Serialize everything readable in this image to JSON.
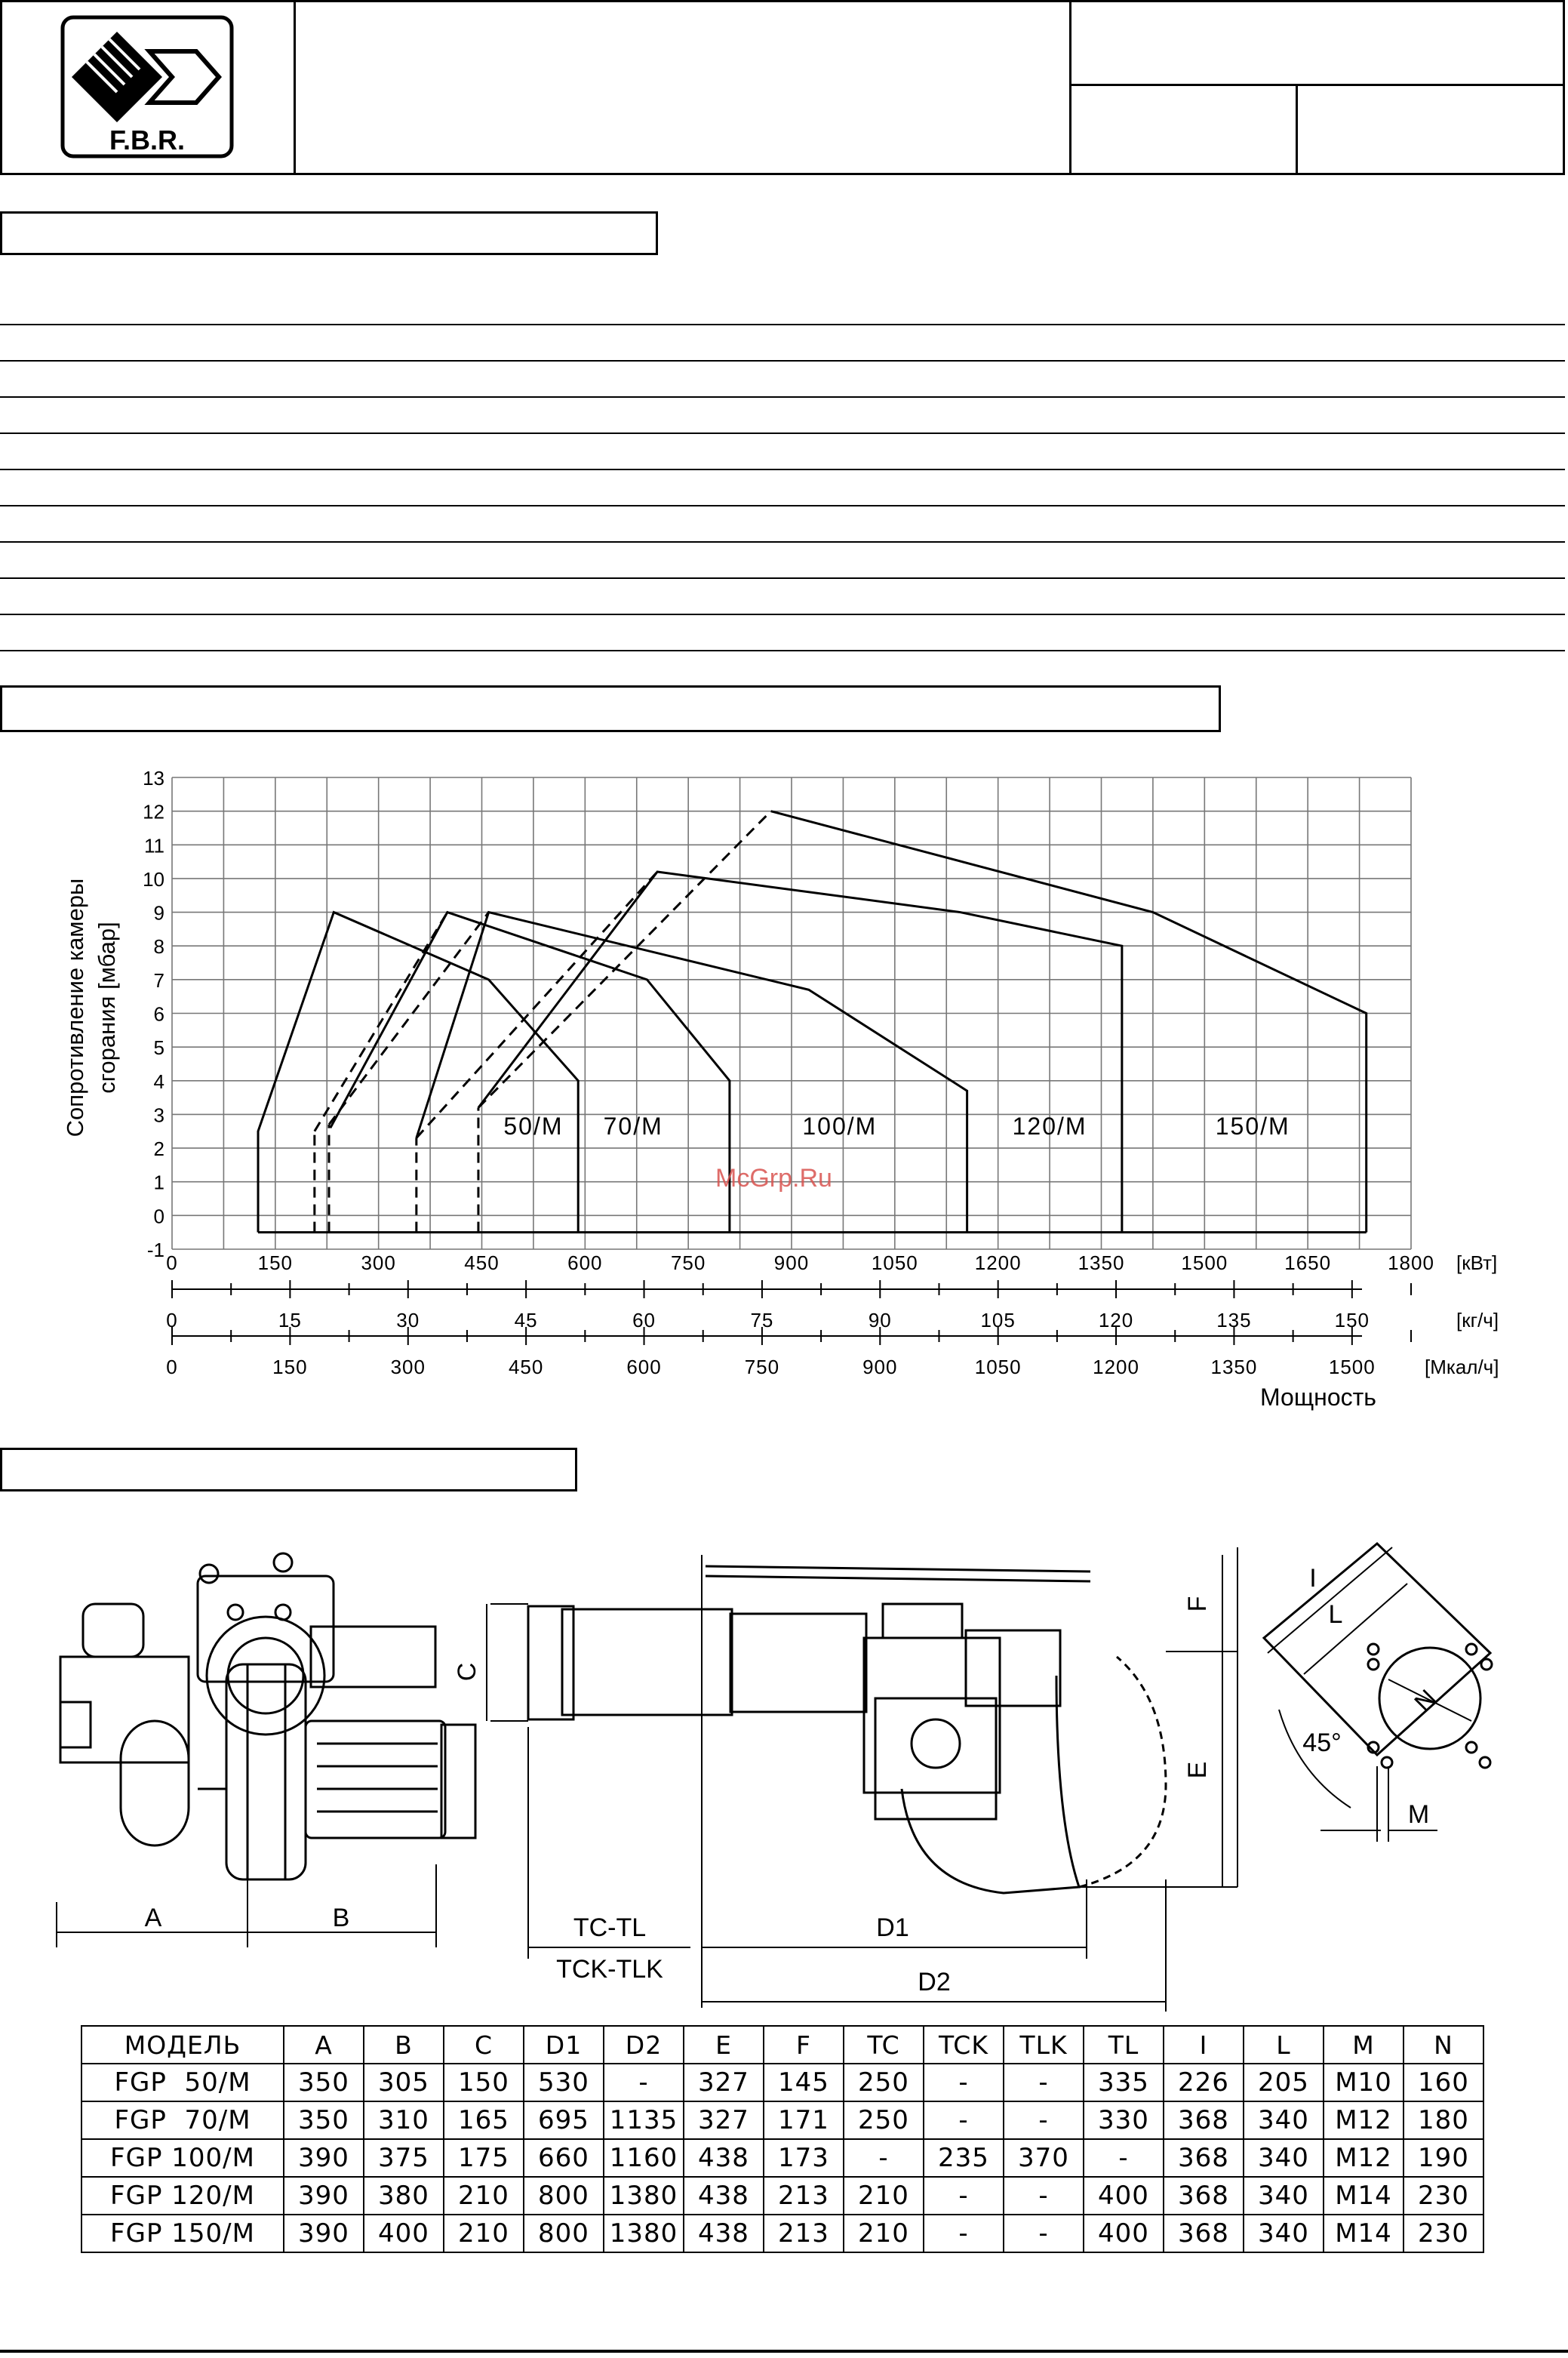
{
  "header": {
    "logo_text": "F.B.R."
  },
  "watermark": "McGrp.Ru",
  "chart_data": {
    "type": "line",
    "title": "",
    "ylabel_line1": "Сопротивление камеры",
    "ylabel_line2": "сгорания [мбар]",
    "xlabel": "Мощность",
    "ylim": [
      -1,
      13
    ],
    "yticks": [
      "13",
      "12",
      "11",
      "10",
      "9",
      "8",
      "7",
      "6",
      "5",
      "4",
      "3",
      "2",
      "1",
      "0",
      "-1"
    ],
    "axes": [
      {
        "unit": "[кВт]",
        "range": [
          0,
          1800
        ],
        "ticks": [
          "0",
          "150",
          "300",
          "450",
          "600",
          "750",
          "900",
          "1050",
          "1200",
          "1350",
          "1500",
          "1650",
          "1800"
        ]
      },
      {
        "unit": "[кг/ч]",
        "range": [
          0,
          157.5
        ],
        "ticks": [
          "0",
          "15",
          "30",
          "45",
          "60",
          "75",
          "90",
          "105",
          "120",
          "135",
          "150"
        ]
      },
      {
        "unit": "[Мкал/ч]",
        "range": [
          0,
          1575
        ],
        "ticks": [
          "0",
          "150",
          "300",
          "450",
          "600",
          "750",
          "900",
          "1050",
          "1200",
          "1350",
          "1500"
        ]
      }
    ],
    "series": [
      {
        "name": "50/M",
        "points": [
          [
            125,
            -0.5
          ],
          [
            125,
            2.5
          ],
          [
            235,
            9
          ],
          [
            460,
            7
          ],
          [
            590,
            4
          ],
          [
            590,
            -0.5
          ]
        ]
      },
      {
        "name": "70/M",
        "points": [
          [
            230,
            2.6
          ],
          [
            400,
            9
          ],
          [
            690,
            7
          ],
          [
            810,
            4
          ],
          [
            810,
            -0.5
          ]
        ]
      },
      {
        "name": "100/M",
        "points": [
          [
            355,
            2.3
          ],
          [
            460,
            9
          ],
          [
            925,
            6.7
          ],
          [
            1155,
            3.7
          ],
          [
            1155,
            -0.5
          ]
        ]
      },
      {
        "name": "120/M",
        "points": [
          [
            445,
            3.2
          ],
          [
            705,
            10.2
          ],
          [
            1145,
            9
          ],
          [
            1380,
            8
          ],
          [
            1380,
            -0.5
          ]
        ]
      },
      {
        "name": "150/M",
        "points": [
          [
            870,
            12
          ],
          [
            1425,
            9
          ],
          [
            1735,
            6
          ],
          [
            1735,
            -0.5
          ]
        ]
      }
    ],
    "dashed_segments": [
      [
        [
          207,
          -0.5
        ],
        [
          207,
          2.5
        ]
      ],
      [
        [
          207,
          2.5
        ],
        [
          400,
          9
        ]
      ],
      [
        [
          228,
          -0.5
        ],
        [
          228,
          2.7
        ]
      ],
      [
        [
          228,
          2.7
        ],
        [
          460,
          9
        ]
      ],
      [
        [
          355,
          -0.5
        ],
        [
          355,
          2.3
        ]
      ],
      [
        [
          355,
          2.3
        ],
        [
          705,
          10.2
        ]
      ],
      [
        [
          445,
          -0.5
        ],
        [
          445,
          3.2
        ]
      ],
      [
        [
          445,
          3.2
        ],
        [
          870,
          12
        ]
      ]
    ],
    "baseline": [
      [
        125,
        -0.5
      ],
      [
        1735,
        -0.5
      ]
    ],
    "region_labels": [
      {
        "text": "50/M",
        "x": 525,
        "y": 2.5
      },
      {
        "text": "70/M",
        "x": 670,
        "y": 2.5
      },
      {
        "text": "100/M",
        "x": 970,
        "y": 2.5
      },
      {
        "text": "120/M",
        "x": 1275,
        "y": 2.5
      },
      {
        "text": "150/M",
        "x": 1570,
        "y": 2.5
      }
    ]
  },
  "drawing": {
    "labels": {
      "A": "A",
      "B": "B",
      "C": "C",
      "E": "E",
      "F": "F",
      "TC_TL": "TC-TL",
      "TCK_TLK": "TCK-TLK",
      "D1": "D1",
      "D2": "D2",
      "I": "I",
      "L": "L",
      "N": "N",
      "M": "M",
      "angle": "45°"
    }
  },
  "table": {
    "headers": [
      "МОДЕЛЬ",
      "A",
      "B",
      "C",
      "D1",
      "D2",
      "E",
      "F",
      "TC",
      "TCK",
      "TLK",
      "TL",
      "I",
      "L",
      "M",
      "N"
    ],
    "rows": [
      [
        "FGP  50/M",
        "350",
        "305",
        "150",
        "530",
        "-",
        "327",
        "145",
        "250",
        "-",
        "-",
        "335",
        "226",
        "205",
        "M10",
        "160"
      ],
      [
        "FGP  70/M",
        "350",
        "310",
        "165",
        "695",
        "1135",
        "327",
        "171",
        "250",
        "-",
        "-",
        "330",
        "368",
        "340",
        "M12",
        "180"
      ],
      [
        "FGP 100/M",
        "390",
        "375",
        "175",
        "660",
        "1160",
        "438",
        "173",
        "-",
        "235",
        "370",
        "-",
        "368",
        "340",
        "M12",
        "190"
      ],
      [
        "FGP 120/M",
        "390",
        "380",
        "210",
        "800",
        "1380",
        "438",
        "213",
        "210",
        "-",
        "-",
        "400",
        "368",
        "340",
        "M14",
        "230"
      ],
      [
        "FGP 150/M",
        "390",
        "400",
        "210",
        "800",
        "1380",
        "438",
        "213",
        "210",
        "-",
        "-",
        "400",
        "368",
        "340",
        "M14",
        "230"
      ]
    ]
  }
}
